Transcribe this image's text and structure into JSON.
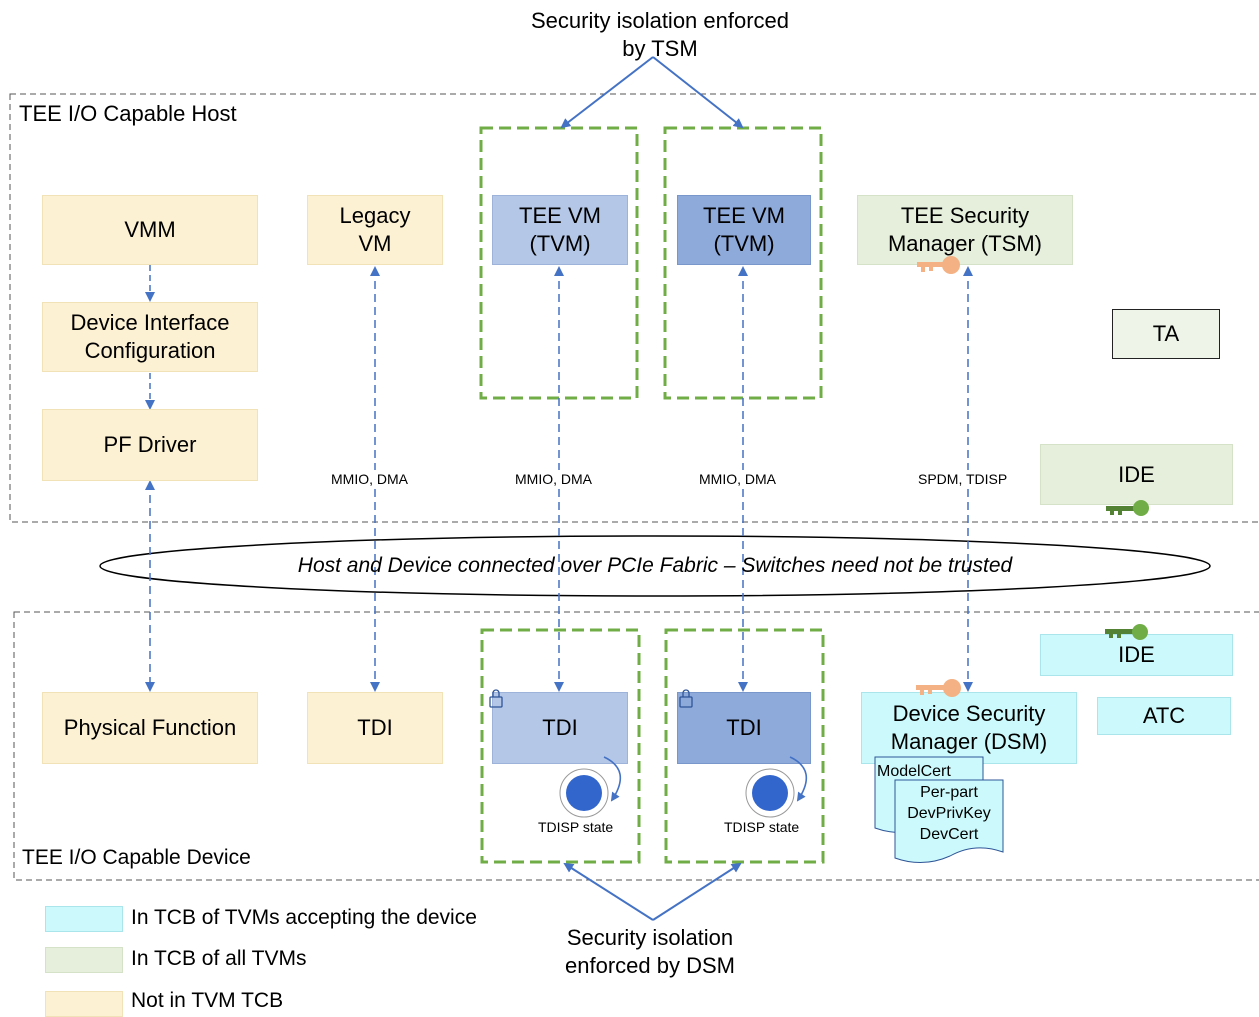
{
  "top_caption": [
    "Security isolation enforced",
    "by TSM"
  ],
  "bottom_caption": [
    "Security isolation",
    "enforced by DSM"
  ],
  "host": {
    "label": "TEE I/O Capable Host",
    "vmm": "VMM",
    "device_interface_config": [
      "Device Interface",
      "Configuration"
    ],
    "pf_driver": "PF Driver",
    "legacy_vm": [
      "Legacy",
      "VM"
    ],
    "tvm1": [
      "TEE VM",
      "(TVM)"
    ],
    "tvm2": [
      "TEE VM",
      "(TVM)"
    ],
    "tsm": [
      "TEE Security",
      "Manager (TSM)"
    ],
    "ta": "TA",
    "ide": "IDE"
  },
  "links": {
    "legacy": "MMIO, DMA",
    "tvm1": "MMIO, DMA",
    "tvm2": "MMIO, DMA",
    "tsm": "SPDM, TDISP"
  },
  "fabric": "Host and Device connected over PCIe Fabric – Switches need not be trusted",
  "device": {
    "label": "TEE I/O Capable Device",
    "physical_function": "Physical Function",
    "tdi_legacy": "TDI",
    "tdi1": "TDI",
    "tdi2": "TDI",
    "tdisp_state_1": "TDISP state",
    "tdisp_state_2": "TDISP state",
    "ide": "IDE",
    "atc": "ATC",
    "dsm": [
      "Device Security",
      "Manager (DSM)"
    ],
    "model_cert": "ModelCert",
    "per_part": [
      "Per-part",
      "DevPrivKey",
      "DevCert"
    ]
  },
  "legend": [
    {
      "label": "In TCB of TVMs accepting the device",
      "color": "#ccfafc"
    },
    {
      "label": "In TCB of all TVMs",
      "color": "#e5efdc"
    },
    {
      "label": "Not in TVM TCB",
      "color": "#fdf1d3"
    }
  ],
  "colors": {
    "arrow": "#4472c4",
    "green_dash": "#70ad47",
    "key_orange": "#f4b183",
    "key_green": "#548235"
  }
}
